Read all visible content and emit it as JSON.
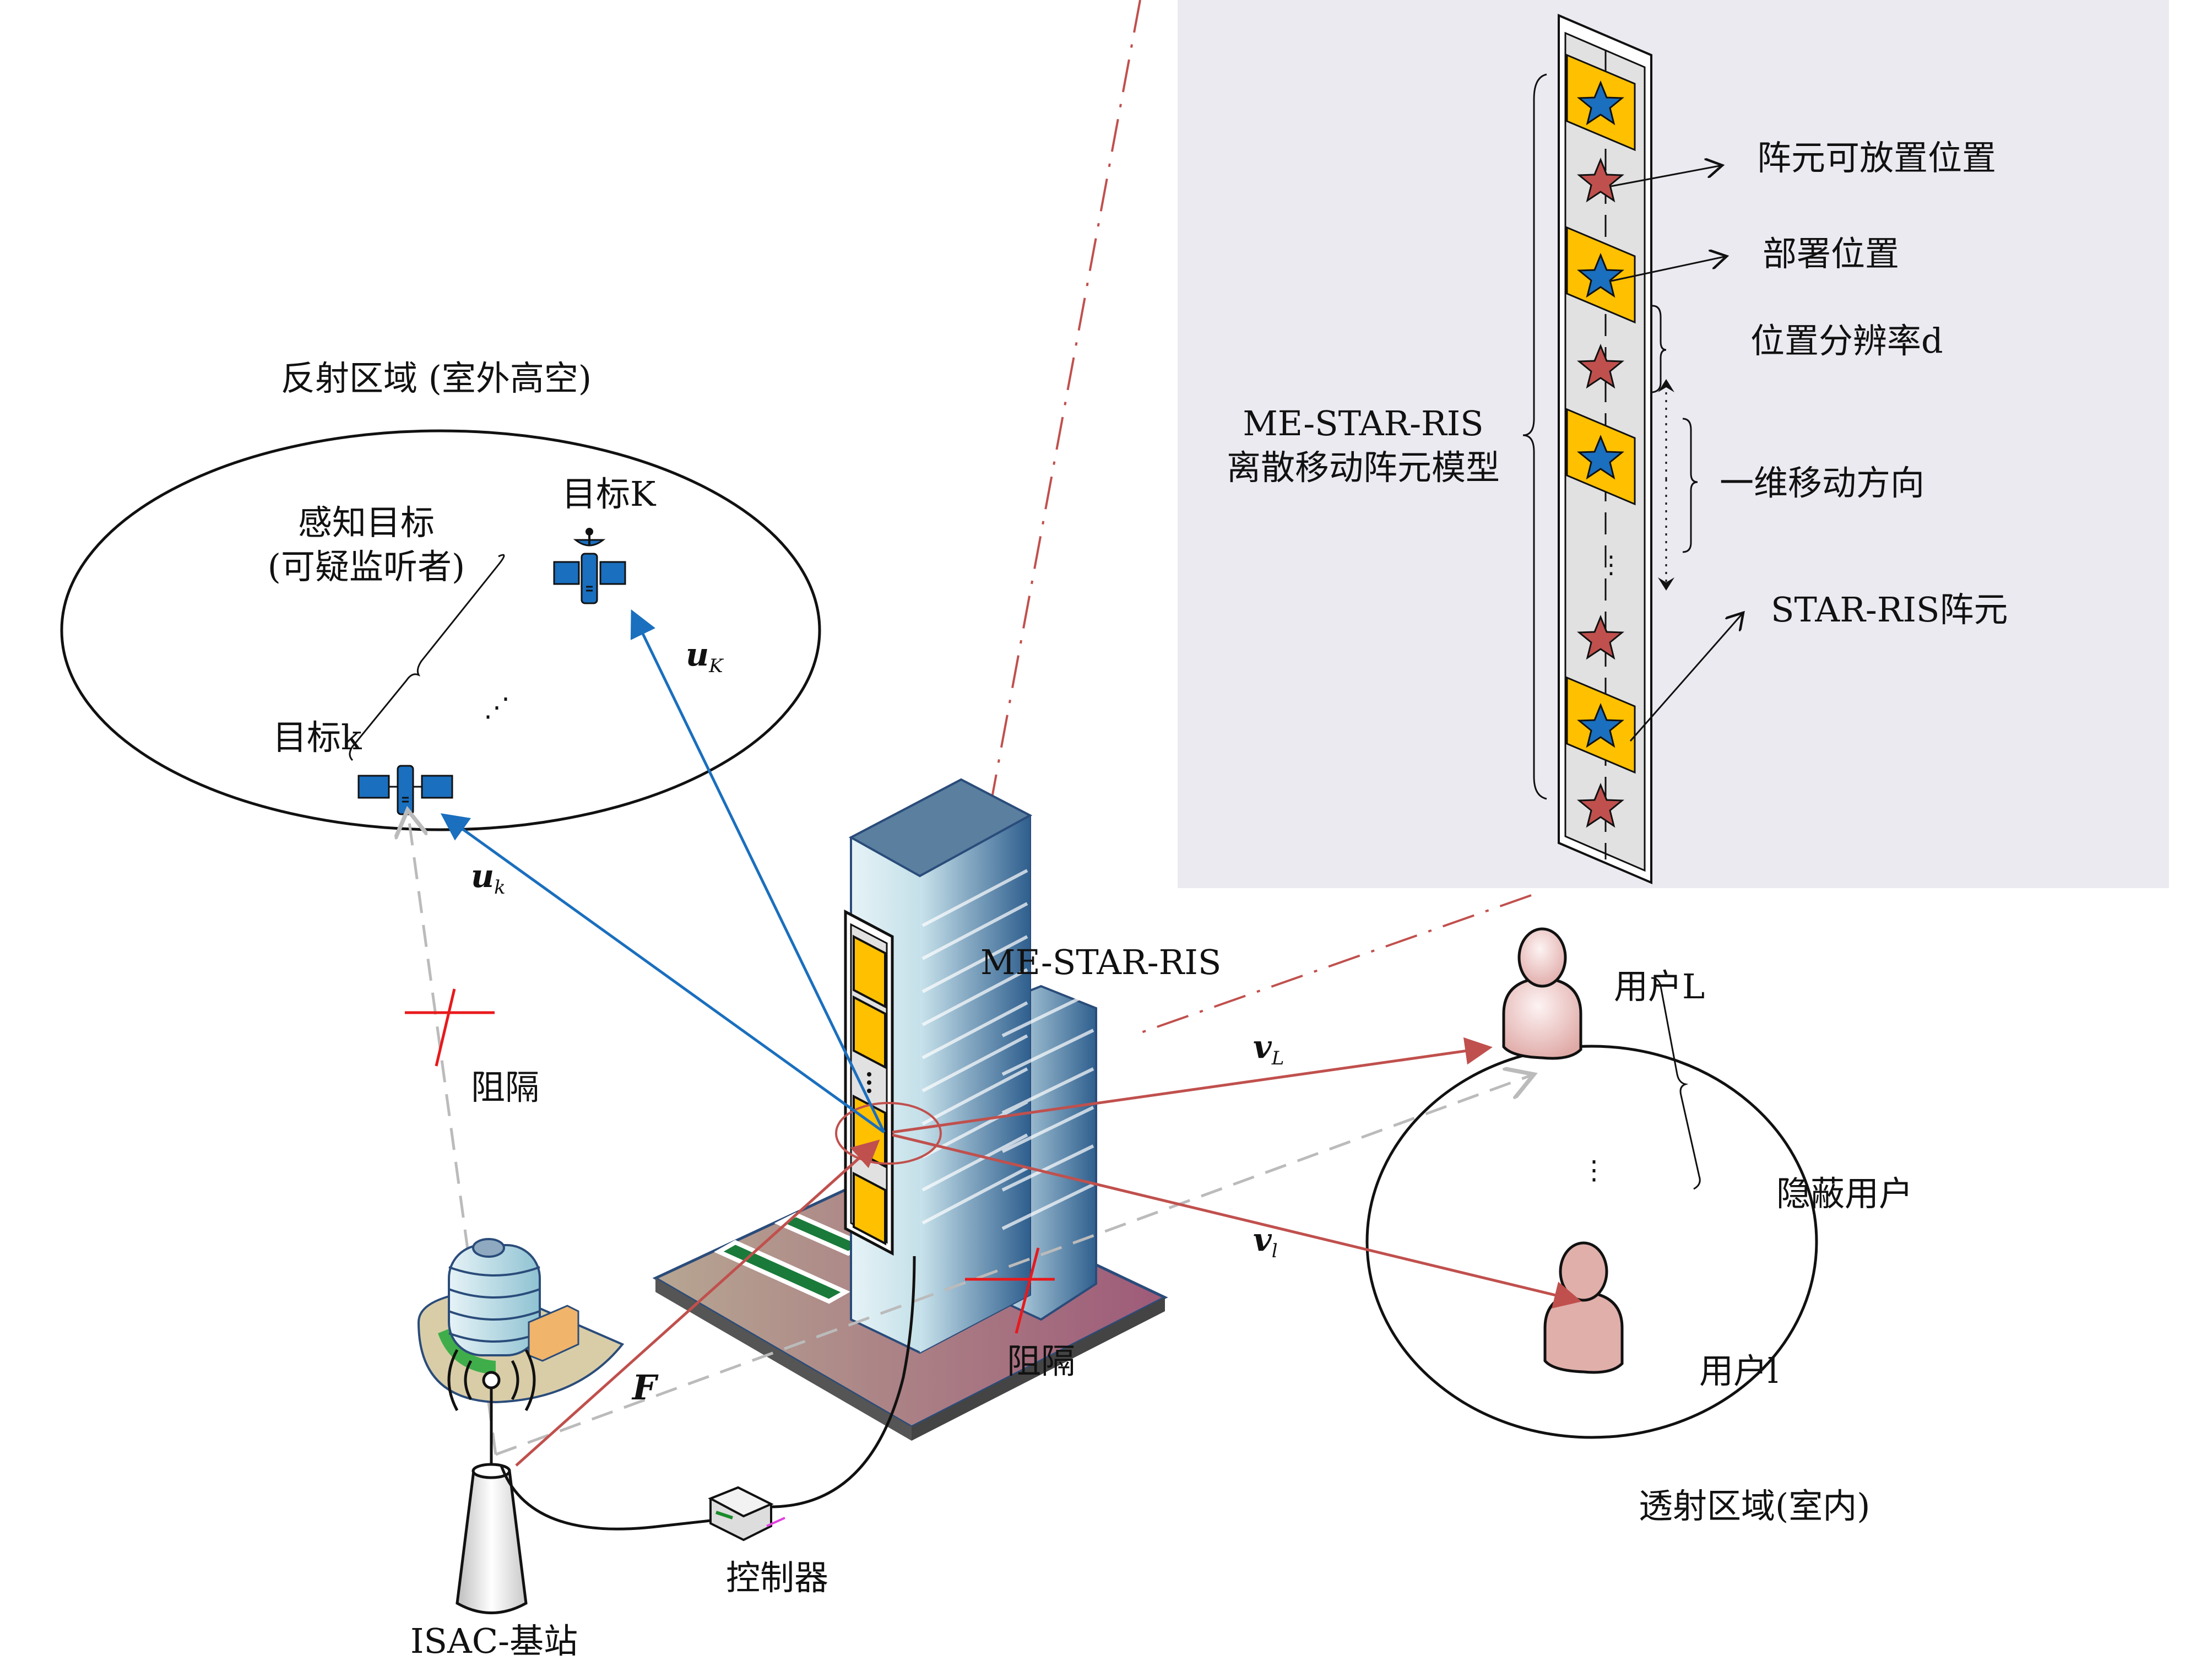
{
  "diagram": {
    "reflection_region": {
      "title": "反射区域 (室外高空)",
      "sensing_targets_label_line1": "感知目标",
      "sensing_targets_label_line2": "(可疑监听者)",
      "target_K": "目标K",
      "target_k": "目标k",
      "ellipsis": "⋰"
    },
    "transmission_region": {
      "title": "透射区域(室内)",
      "user_L": "用户L",
      "user_l": "用户l",
      "covert_users": "隐蔽用户",
      "ellipsis": "⋮"
    },
    "links": {
      "u_K": "u",
      "u_K_sub": "K",
      "u_k": "u",
      "u_k_sub": "k",
      "v_L": "v",
      "v_L_sub": "L",
      "v_l": "v",
      "v_l_sub": "l",
      "F": "F"
    },
    "blockage_label_1": "阻隔",
    "blockage_label_2": "阻隔",
    "ris_label": "ME-STAR-RIS",
    "base_station_label": "ISAC-基站",
    "controller_label": "控制器",
    "inset": {
      "model_label_line1": "ME-STAR-RIS",
      "model_label_line2": "离散移动阵元模型",
      "candidate_positions": "阵元可放置位置",
      "deployed_positions": "部署位置",
      "position_resolution": "位置分辨率d",
      "move_direction": "一维移动方向",
      "star_ris_element": "STAR-RIS阵元",
      "ellipsis": "⋮"
    },
    "colors": {
      "blue_link": "#1a6fbe",
      "red_link": "#c0504d",
      "element_fill": "#ffc000",
      "inset_bg": "#eceaf1",
      "blocked_link": "#bbbbbb",
      "blockage_mark": "#e8191c"
    }
  }
}
